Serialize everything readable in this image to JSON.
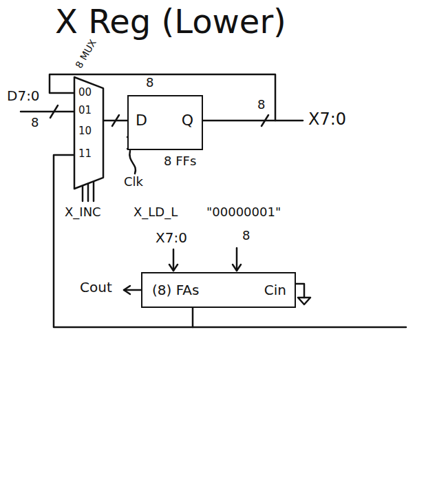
{
  "diagram": {
    "title": "X Reg (Lower)",
    "nodes": [
      {
        "text": [
          "00",
          "01",
          "10",
          "11"
        ]
      },
      {
        "text": [
          "D",
          "Q"
        ]
      },
      {
        "text": [
          "(8) FAs",
          "Cin"
        ]
      }
    ],
    "edges": [
      {
        "from": 0,
        "to": 1,
        "arrow": "none",
        "label": "8"
      },
      {
        "from": 1,
        "to": 0,
        "arrow": "none",
        "label": "8"
      },
      {
        "from": 2,
        "to": 0,
        "arrow": "none"
      }
    ],
    "labels": [
      "8 MUX",
      "D7:0",
      "8",
      "X7:0",
      "Clk",
      "8 FFs",
      "X_INC",
      "X_LD_L",
      "\"00000001\"",
      "X7:0",
      "8",
      "Cout"
    ]
  }
}
